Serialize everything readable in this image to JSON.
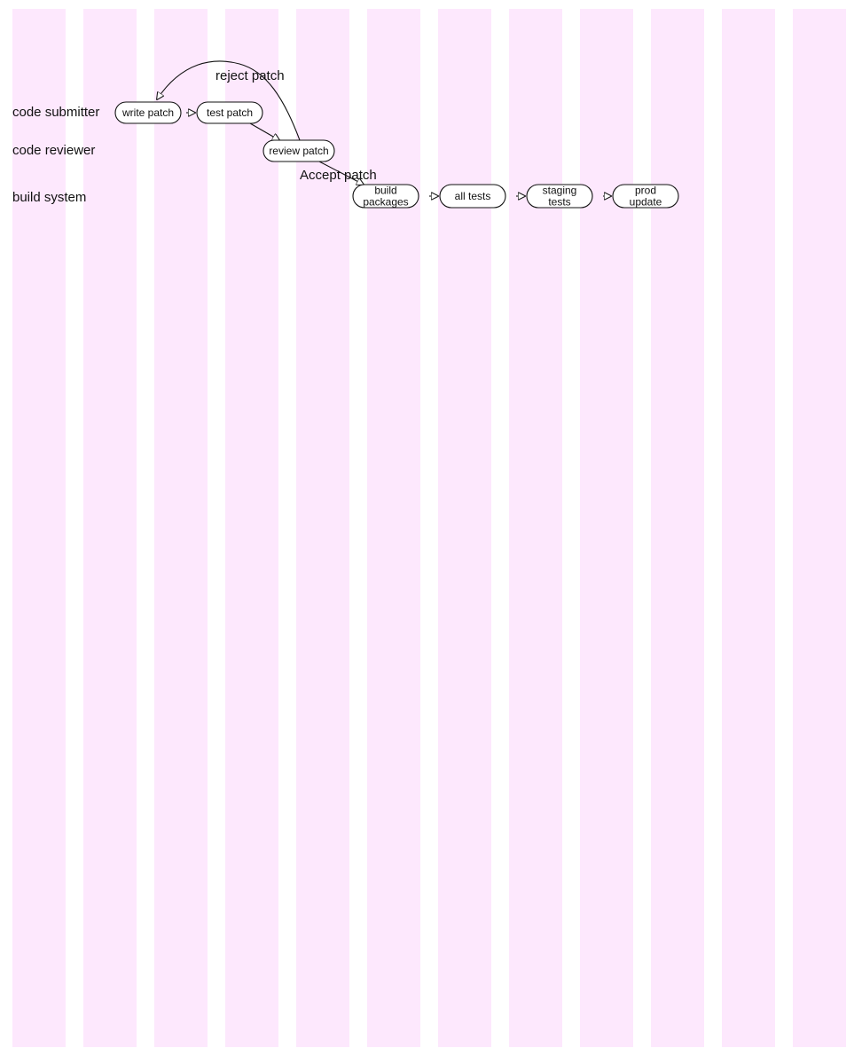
{
  "colors": {
    "column_band": "#fde8fd",
    "background": "#ffffff",
    "stroke": "#111111",
    "text": "#111111"
  },
  "lanes": [
    {
      "id": "submitter",
      "label": "code submitter"
    },
    {
      "id": "reviewer",
      "label": "code reviewer"
    },
    {
      "id": "build",
      "label": "build system"
    }
  ],
  "nodes": [
    {
      "id": "write-patch",
      "lane": "submitter",
      "lines": [
        "write patch"
      ]
    },
    {
      "id": "test-patch",
      "lane": "submitter",
      "lines": [
        "test patch"
      ]
    },
    {
      "id": "review-patch",
      "lane": "reviewer",
      "lines": [
        "review patch"
      ]
    },
    {
      "id": "build-packages",
      "lane": "build",
      "lines": [
        "build",
        "packages"
      ]
    },
    {
      "id": "all-tests",
      "lane": "build",
      "lines": [
        "all tests"
      ]
    },
    {
      "id": "staging-tests",
      "lane": "build",
      "lines": [
        "staging",
        "tests"
      ]
    },
    {
      "id": "prod-update",
      "lane": "build",
      "lines": [
        "prod",
        "update"
      ]
    }
  ],
  "edges": [
    {
      "id": "write-to-test",
      "from": "write-patch",
      "to": "test-patch",
      "label": ""
    },
    {
      "id": "test-to-review",
      "from": "test-patch",
      "to": "review-patch",
      "label": ""
    },
    {
      "id": "review-to-write",
      "from": "review-patch",
      "to": "write-patch",
      "label": "reject patch"
    },
    {
      "id": "review-to-build",
      "from": "review-patch",
      "to": "build-packages",
      "label": "Accept patch"
    },
    {
      "id": "build-to-alltests",
      "from": "build-packages",
      "to": "all-tests",
      "label": ""
    },
    {
      "id": "alltests-to-staging",
      "from": "all-tests",
      "to": "staging-tests",
      "label": ""
    },
    {
      "id": "staging-to-prod",
      "from": "staging-tests",
      "to": "prod-update",
      "label": ""
    }
  ]
}
